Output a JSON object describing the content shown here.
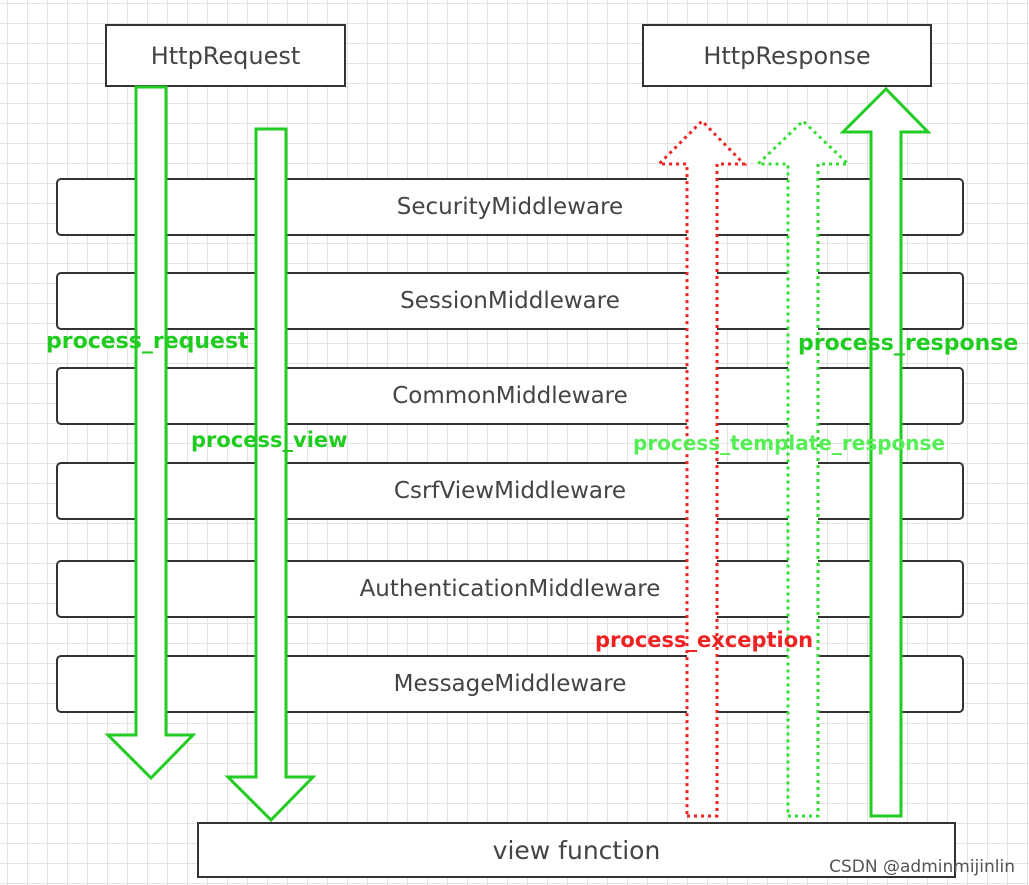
{
  "diagram": {
    "request_box": "HttpRequest",
    "response_box": "HttpResponse",
    "middlewares": [
      "SecurityMiddleware",
      "SessionMiddleware",
      "CommonMiddleware",
      "CsrfViewMiddleware",
      "AuthenticationMiddleware",
      "MessageMiddleware"
    ],
    "view_box": "view function",
    "hooks": {
      "process_request": "process_request",
      "process_view": "process_view",
      "process_template_response": "process_template_response",
      "process_response": "process_response",
      "process_exception": "process_exception"
    },
    "watermark": "CSDN @adminmijinlin"
  },
  "colors": {
    "solid_green": "#22cc22",
    "hook_green": "#1fcc1f",
    "dotted_green": "#33dd33",
    "dotted_red": "#ee2222",
    "box_border": "#333333"
  }
}
